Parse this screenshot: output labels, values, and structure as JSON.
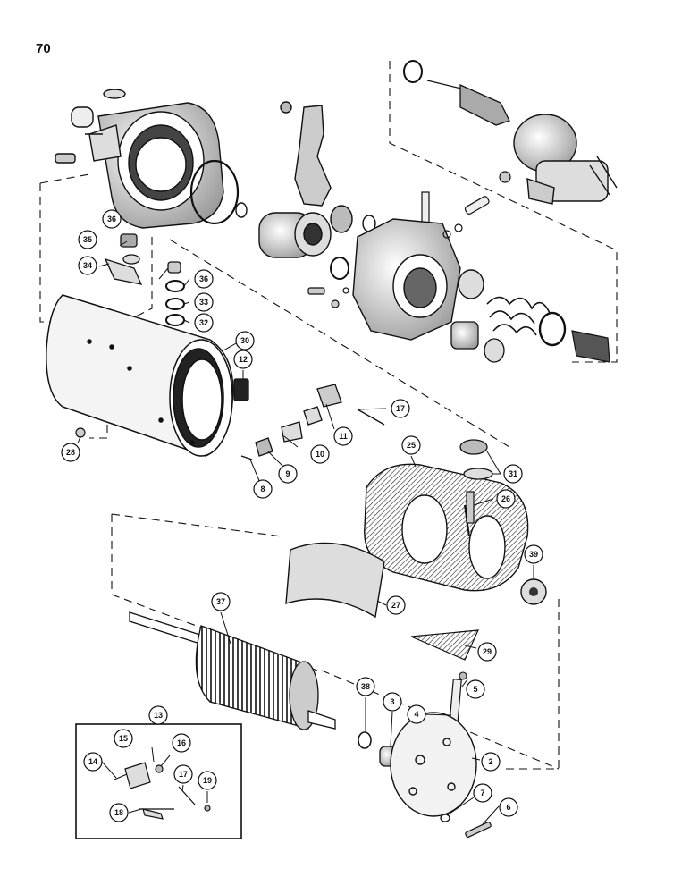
{
  "page_number": "70",
  "callouts": [
    {
      "id": "c36a",
      "label": "36"
    },
    {
      "id": "c35",
      "label": "35"
    },
    {
      "id": "c34",
      "label": "34"
    },
    {
      "id": "c36b",
      "label": "36"
    },
    {
      "id": "c33",
      "label": "33"
    },
    {
      "id": "c32",
      "label": "32"
    },
    {
      "id": "c30",
      "label": "30"
    },
    {
      "id": "c28",
      "label": "28"
    },
    {
      "id": "c12",
      "label": "12"
    },
    {
      "id": "c17a",
      "label": "17"
    },
    {
      "id": "c11",
      "label": "11"
    },
    {
      "id": "c10",
      "label": "10"
    },
    {
      "id": "c9",
      "label": "9"
    },
    {
      "id": "c8",
      "label": "8"
    },
    {
      "id": "c25",
      "label": "25"
    },
    {
      "id": "c31",
      "label": "31"
    },
    {
      "id": "c26",
      "label": "26"
    },
    {
      "id": "c39",
      "label": "39"
    },
    {
      "id": "c27",
      "label": "27"
    },
    {
      "id": "c37",
      "label": "37"
    },
    {
      "id": "c29",
      "label": "29"
    },
    {
      "id": "c5",
      "label": "5"
    },
    {
      "id": "c38",
      "label": "38"
    },
    {
      "id": "c3",
      "label": "3"
    },
    {
      "id": "c4",
      "label": "4"
    },
    {
      "id": "c2",
      "label": "2"
    },
    {
      "id": "c7",
      "label": "7"
    },
    {
      "id": "c6",
      "label": "6"
    },
    {
      "id": "c13",
      "label": "13"
    },
    {
      "id": "c15",
      "label": "15"
    },
    {
      "id": "c16",
      "label": "16"
    },
    {
      "id": "c14",
      "label": "14"
    },
    {
      "id": "c17b",
      "label": "17"
    },
    {
      "id": "c19",
      "label": "19"
    },
    {
      "id": "c18",
      "label": "18"
    }
  ]
}
